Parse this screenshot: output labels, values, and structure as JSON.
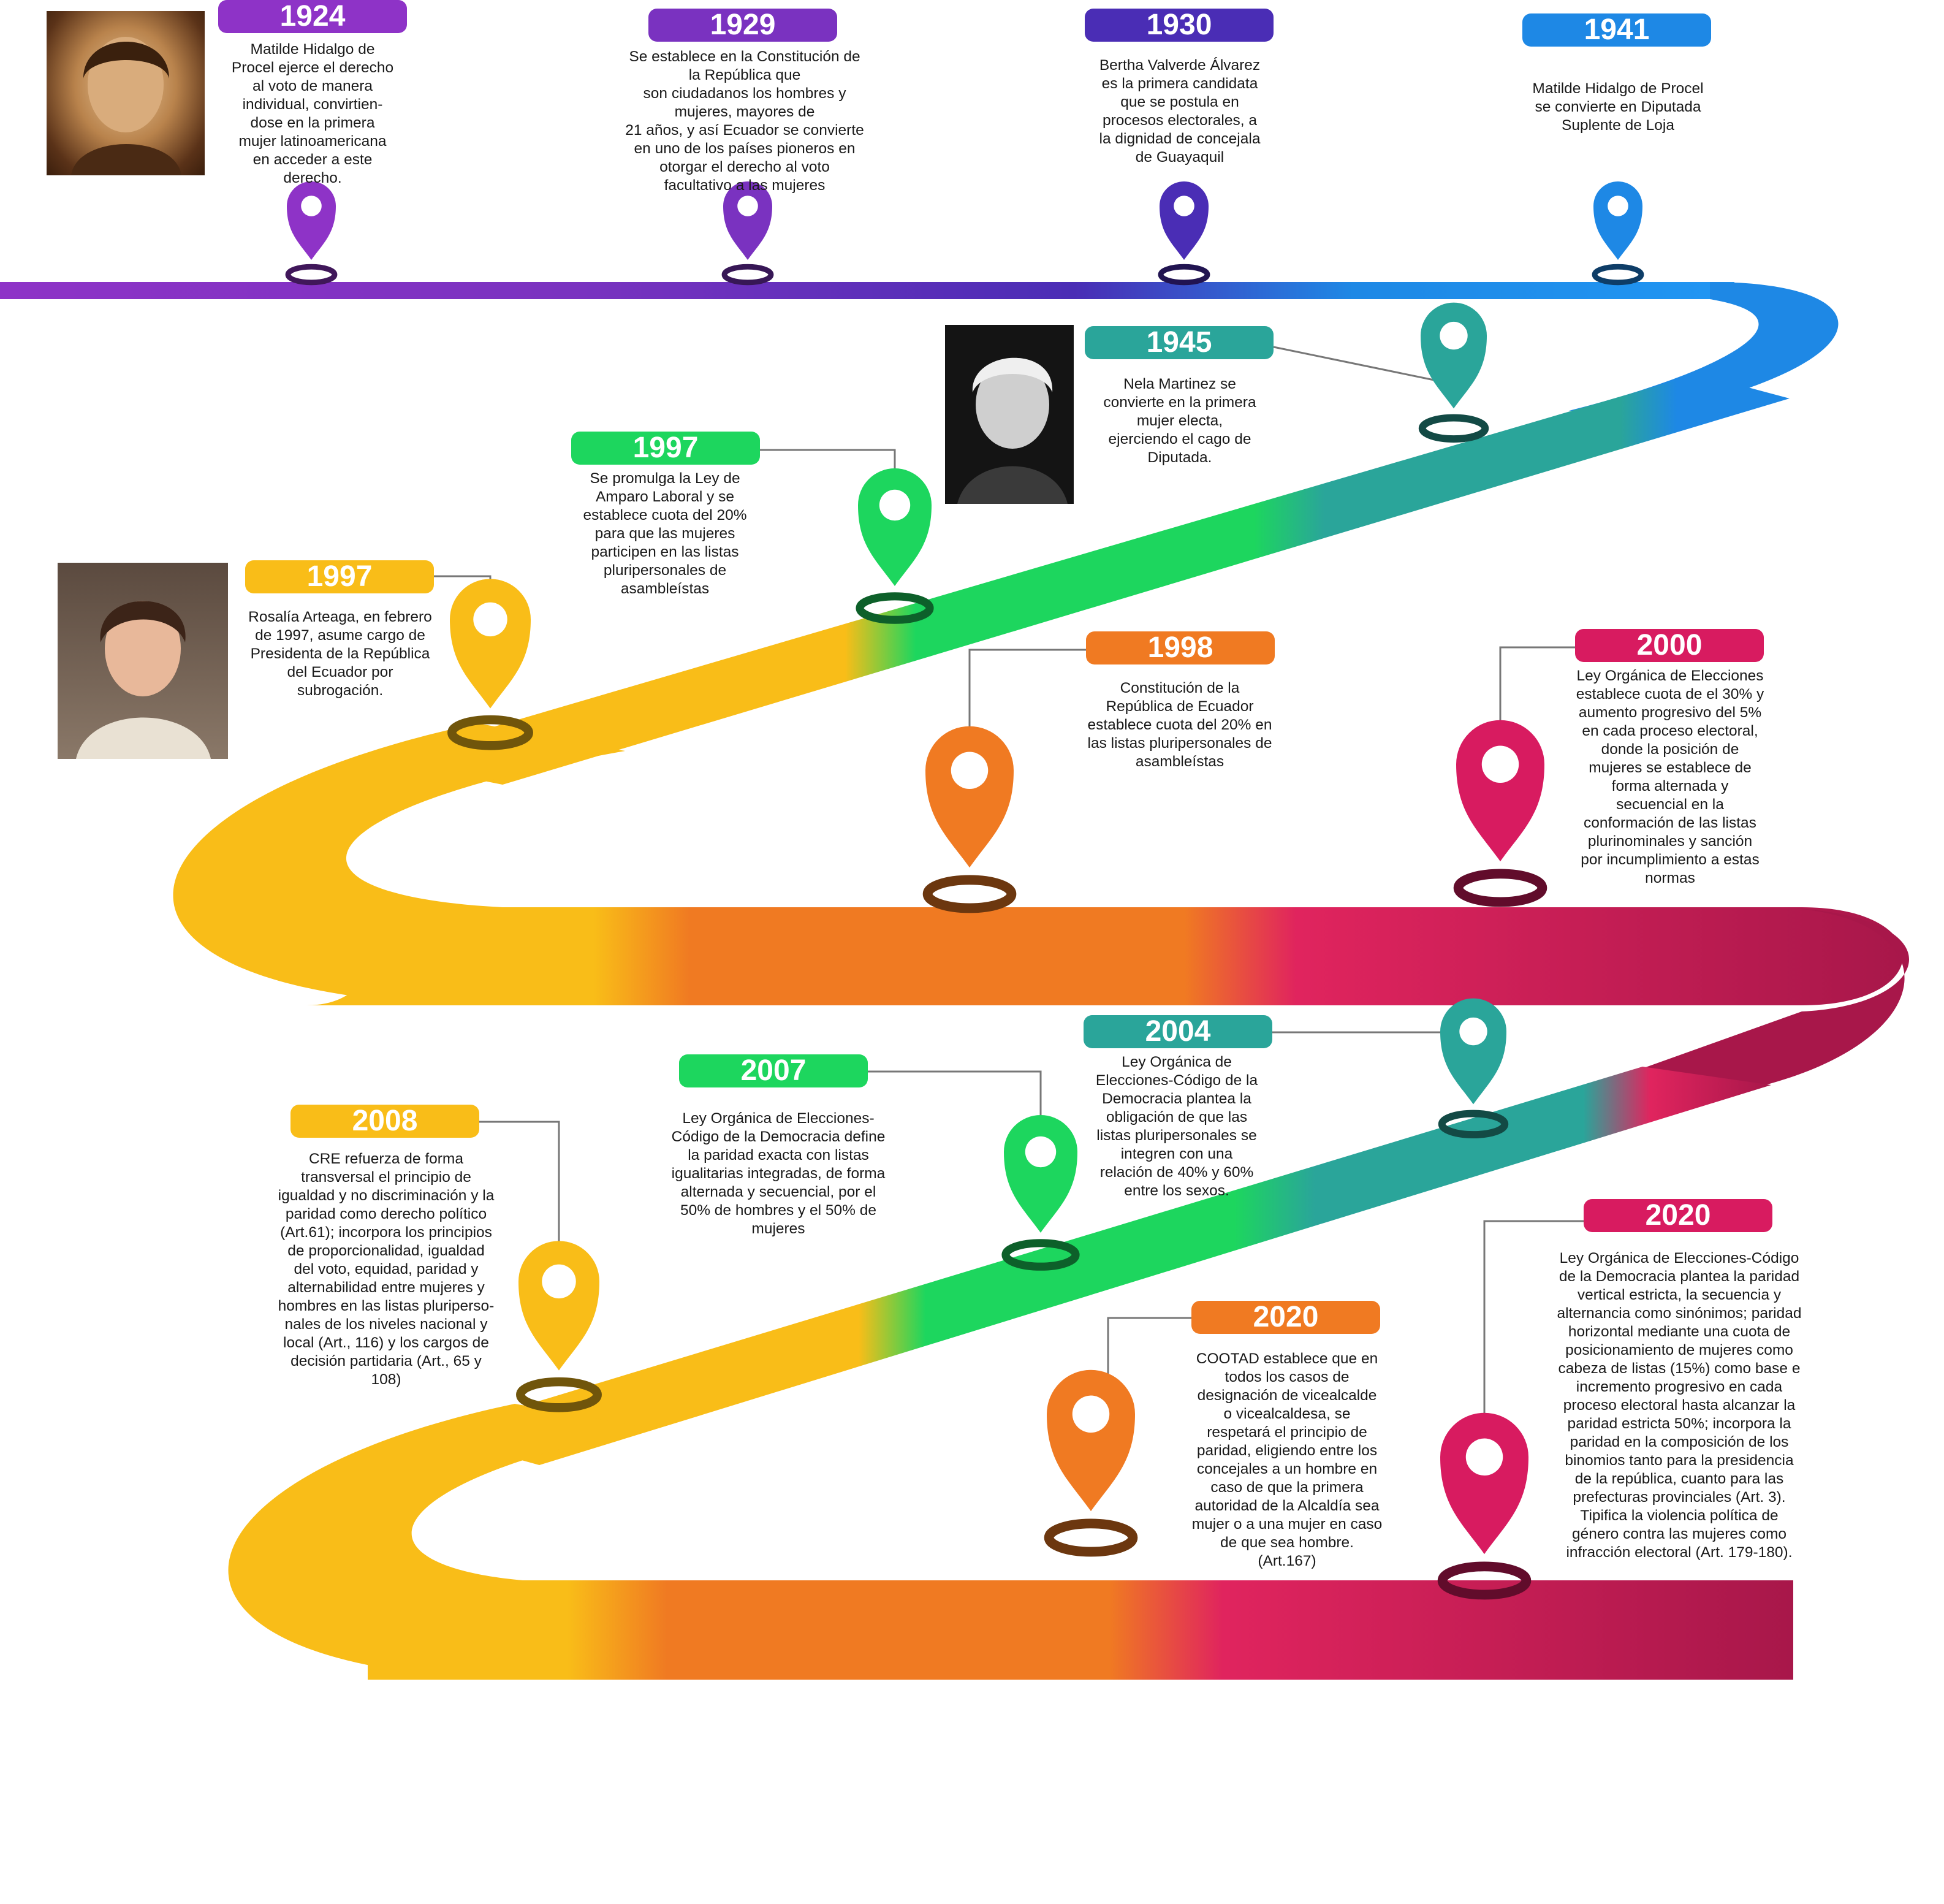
{
  "colors": {
    "purple": "#7b2fb5",
    "violet": "#4b2fb0",
    "blue": "#1e88e5",
    "teal": "#2aa59a",
    "green": "#1dd65e",
    "yellow": "#f9bd18",
    "orange": "#f07a22",
    "magenta": "#d81b60",
    "crimson": "#a8174a"
  },
  "events": [
    {
      "year": "1924",
      "color": "#8e33c7",
      "text": "Matilde Hidalgo de\nProcel ejerce el derecho\nal voto de manera\nindividual, convirtien-\ndose en la primera\nmujer latinoamericana\nen acceder a este\nderecho.",
      "photo": "portrait-matilde-hidalgo"
    },
    {
      "year": "1929",
      "color": "#7a32c0",
      "text": "Se establece en la Constitución de\nla República que\nson ciudadanos los hombres y\nmujeres, mayores de\n21 años, y así Ecuador se convierte\nen uno de los países pioneros en\notorgar el derecho al voto\nfacultativo a las mujeres"
    },
    {
      "year": "1930",
      "color": "#4a2db5",
      "text": "Bertha Valverde Álvarez\nes la primera candidata\nque se  postula en\nprocesos electorales, a\nla dignidad de concejala\nde Guayaquil"
    },
    {
      "year": "1941",
      "color": "#1e88e5",
      "text": "Matilde Hidalgo de Procel\nse convierte en Diputada\nSuplente de Loja"
    },
    {
      "year": "1945",
      "color": "#2aa59a",
      "text": "Nela Martinez se\nconvierte en la primera\nmujer electa,\nejerciendo el cago de\nDiputada.",
      "photo": "portrait-nela-martinez"
    },
    {
      "year": "1997",
      "color": "#1dd65e",
      "text": "Se promulga la Ley de\nAmparo Laboral y se\nestablece cuota del 20%\npara que las mujeres\nparticipen en las listas\npluripersonales de\nasambleístas"
    },
    {
      "year": "1997",
      "color": "#f9bd18",
      "text": "Rosalía Arteaga, en febrero\nde 1997, asume cargo de\nPresidenta de la República\ndel Ecuador por\nsubrogación.",
      "photo": "portrait-rosalia-arteaga"
    },
    {
      "year": "1998",
      "color": "#f07a22",
      "text": "Constitución de la\nRepública de Ecuador\nestablece cuota del 20% en\nlas listas pluripersonales de\nasambleístas"
    },
    {
      "year": "2000",
      "color": "#d81b60",
      "text": "Ley Orgánica de Elecciones\nestablece cuota de el 30% y\naumento progresivo del 5%\nen cada proceso electoral,\ndonde la posición  de\nmujeres se establece de\nforma alternada y\nsecuencial en la\nconformación de las listas\nplurinominales y sanción\npor  incumplimiento a estas\nnormas"
    },
    {
      "year": "2004",
      "color": "#2aa59a",
      "text": "Ley Orgánica de\nElecciones-Código de la\nDemocracia  plantea la\nobligación de que las\nlistas pluripersonales se\nintegren con una\nrelación de 40% y 60%\nentre los sexos."
    },
    {
      "year": "2007",
      "color": "#1dd65e",
      "text": "Ley Orgánica de Elecciones-\nCódigo de la Democracia define\nla paridad exacta con listas\nigualitarias integradas, de forma\nalternada y secuencial, por el\n50% de hombres y el 50% de\nmujeres"
    },
    {
      "year": "2008",
      "color": "#f9bd18",
      "text": "CRE refuerza de forma\ntransversal el principio de\nigualdad y no discriminación y la\nparidad como derecho político\n(Art.61); incorpora los principios\nde proporcionalidad, igualdad\ndel voto, equidad, paridad y\nalternabilidad entre mujeres y\nhombres en las listas pluriperso-\nnales de los niveles nacional y\nlocal (Art., 116) y los cargos de\ndecisión partidaria (Art., 65 y\n108)"
    },
    {
      "year": "2020",
      "color": "#f07a22",
      "text": "COOTAD establece que en\ntodos los casos de\ndesignación de vicealcalde\no vicealcaldesa,  se\nrespetará el principio de\nparidad, eligiendo entre los\nconcejales a un hombre en\ncaso de que la primera\nautoridad de la Alcaldía sea\nmujer o a una mujer en caso\nde que sea hombre.\n(Art.167)"
    },
    {
      "year": "2020",
      "color": "#d81b60",
      "text": "Ley Orgánica de Elecciones-Código\nde la Democracia plantea la paridad\nvertical estricta, la secuencia y\nalternancia como sinónimos; paridad\nhorizontal mediante una cuota de\nposicionamiento de mujeres como\ncabeza de listas (15%) como base e\nincremento progresivo en cada\nproceso electoral hasta alcanzar la\nparidad estricta 50%; incorpora la\nparidad en la composición de los\nbinomios tanto para la presidencia\nde la república, cuanto para las\nprefecturas provinciales (Art. 3).\nTipifica la violencia política de\ngénero contra las mujeres como\ninfracción electoral (Art. 179-180)."
    }
  ]
}
